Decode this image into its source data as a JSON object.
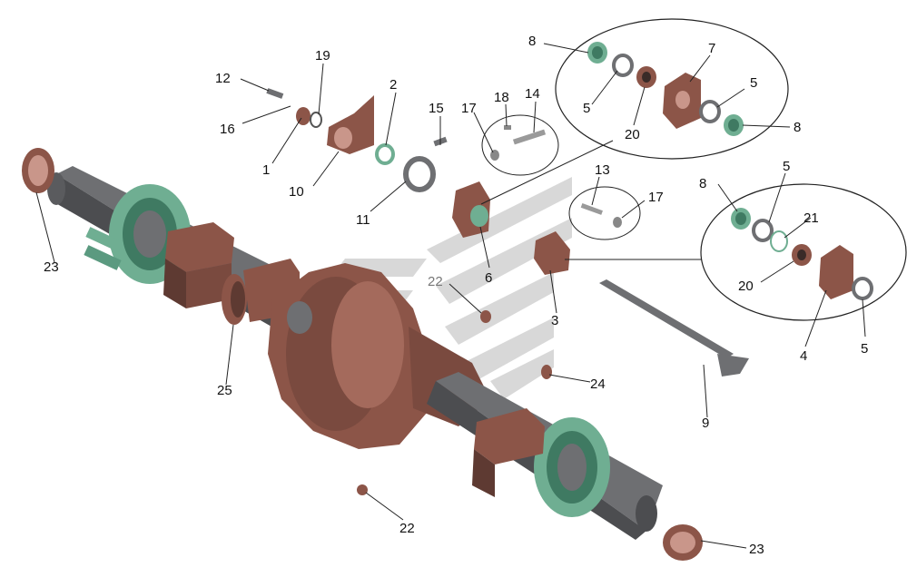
{
  "diagram": {
    "colors": {
      "housing": "#8c5548",
      "housing_dark": "#5e3a32",
      "tube": "#6e6f72",
      "tube_dark": "#4c4d50",
      "green": "#6fae92",
      "green_dark": "#3f7a62",
      "watermark": "#c9c9c9",
      "leader": "#222222"
    },
    "callouts": [
      {
        "id": "c1",
        "text": "1"
      },
      {
        "id": "c2",
        "text": "2"
      },
      {
        "id": "c3",
        "text": "3"
      },
      {
        "id": "c4",
        "text": "4"
      },
      {
        "id": "c5a",
        "text": "5"
      },
      {
        "id": "c5b",
        "text": "5"
      },
      {
        "id": "c5c",
        "text": "5"
      },
      {
        "id": "c5d",
        "text": "5"
      },
      {
        "id": "c6",
        "text": "6"
      },
      {
        "id": "c7",
        "text": "7"
      },
      {
        "id": "c8a",
        "text": "8"
      },
      {
        "id": "c8b",
        "text": "8"
      },
      {
        "id": "c8c",
        "text": "8"
      },
      {
        "id": "c9",
        "text": "9"
      },
      {
        "id": "c10",
        "text": "10"
      },
      {
        "id": "c11",
        "text": "11"
      },
      {
        "id": "c12",
        "text": "12"
      },
      {
        "id": "c13",
        "text": "13"
      },
      {
        "id": "c14",
        "text": "14"
      },
      {
        "id": "c15",
        "text": "15"
      },
      {
        "id": "c16",
        "text": "16"
      },
      {
        "id": "c17a",
        "text": "17"
      },
      {
        "id": "c17b",
        "text": "17"
      },
      {
        "id": "c18",
        "text": "18"
      },
      {
        "id": "c19",
        "text": "19"
      },
      {
        "id": "c20a",
        "text": "20"
      },
      {
        "id": "c20b",
        "text": "20"
      },
      {
        "id": "c21",
        "text": "21"
      },
      {
        "id": "c22a",
        "text": "22"
      },
      {
        "id": "c22b",
        "text": "22"
      },
      {
        "id": "c23a",
        "text": "23"
      },
      {
        "id": "c23b",
        "text": "23"
      },
      {
        "id": "c24",
        "text": "24"
      },
      {
        "id": "c25",
        "text": "25"
      }
    ]
  }
}
